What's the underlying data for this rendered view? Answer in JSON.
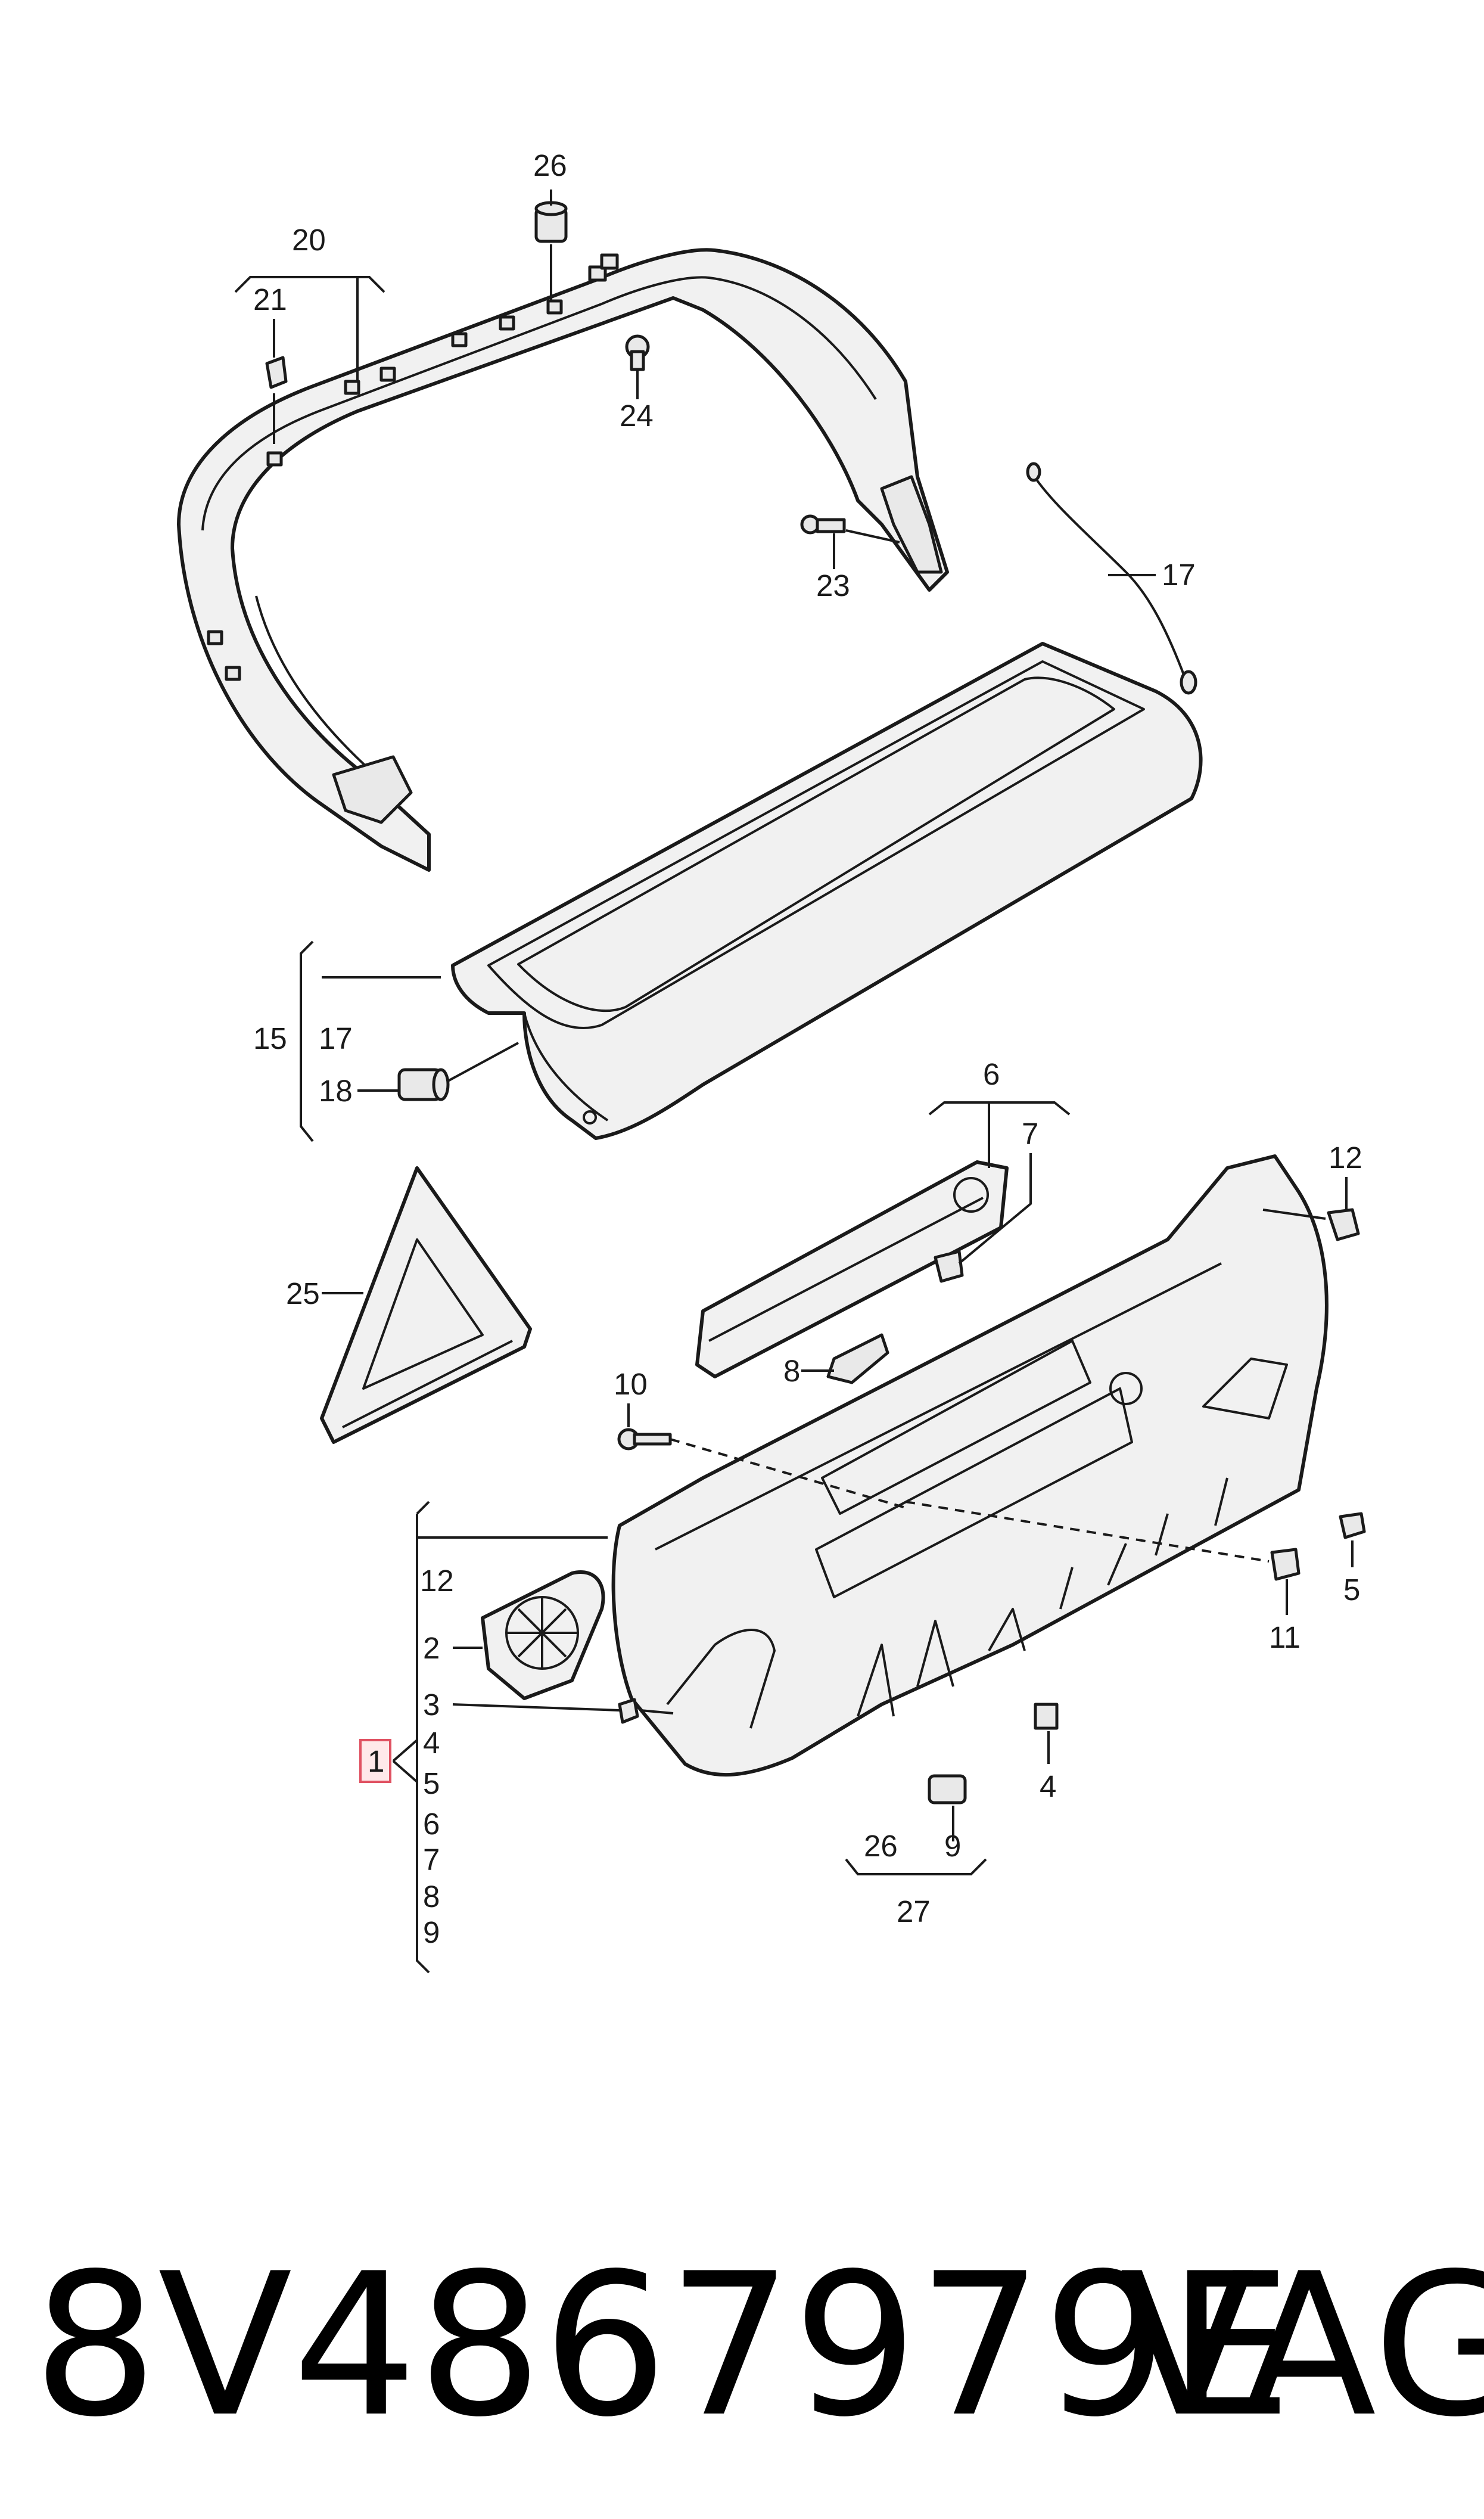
{
  "labels": {
    "c1": "1",
    "c2": "2",
    "c3": "3",
    "c4": "4",
    "c4b": "4",
    "c5": "5",
    "c5b": "5",
    "c6": "6",
    "c6b": "6",
    "c7": "7",
    "c7b": "7",
    "c8": "8",
    "c8b": "8",
    "c9": "9",
    "c9b": "9",
    "c10": "10",
    "c11": "11",
    "c12": "12",
    "c12b": "12",
    "c15": "15",
    "c17": "17",
    "c17b": "17",
    "c18": "18",
    "c20": "20",
    "c21": "21",
    "c23": "23",
    "c24": "24",
    "c25": "25",
    "c26": "26",
    "c26b": "26",
    "c27": "27"
  },
  "footer": {
    "part_number": "8V4867979E",
    "brand": "VAG"
  },
  "colors": {
    "line": "#1a1a1a",
    "part_fill": "#f1f1f1",
    "highlight_border": "#e05262",
    "highlight_fill": "#ffe9ea"
  }
}
